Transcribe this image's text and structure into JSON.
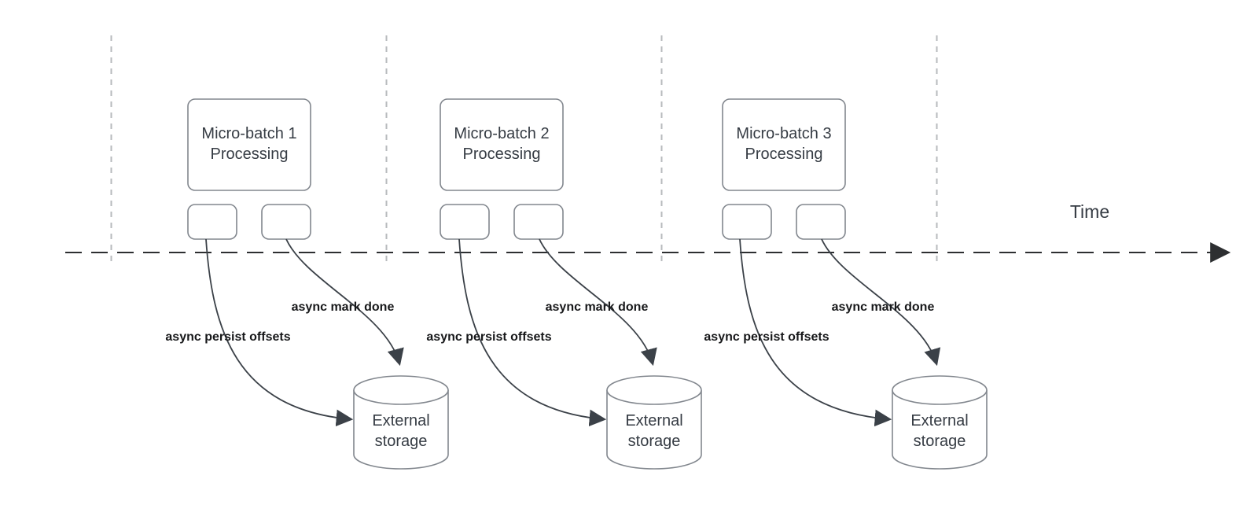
{
  "timeline": {
    "label": "Time"
  },
  "batches": [
    {
      "title": "Micro-batch 1",
      "subtitle": "Processing",
      "persist_label": "async persist offsets",
      "done_label": "async mark done",
      "storage": {
        "line1": "External",
        "line2": "storage"
      }
    },
    {
      "title": "Micro-batch 2",
      "subtitle": "Processing",
      "persist_label": "async persist offsets",
      "done_label": "async mark done",
      "storage": {
        "line1": "External",
        "line2": "storage"
      }
    },
    {
      "title": "Micro-batch 3",
      "subtitle": "Processing",
      "persist_label": "async persist offsets",
      "done_label": "async mark done",
      "storage": {
        "line1": "External",
        "line2": "storage"
      }
    }
  ],
  "colors": {
    "axis": "#2d2f31",
    "guide": "#b7babd",
    "box_border": "#82878e",
    "edge": "#3b4148",
    "text": "#363c44",
    "label": "#17181a",
    "background": "#ffffff"
  }
}
